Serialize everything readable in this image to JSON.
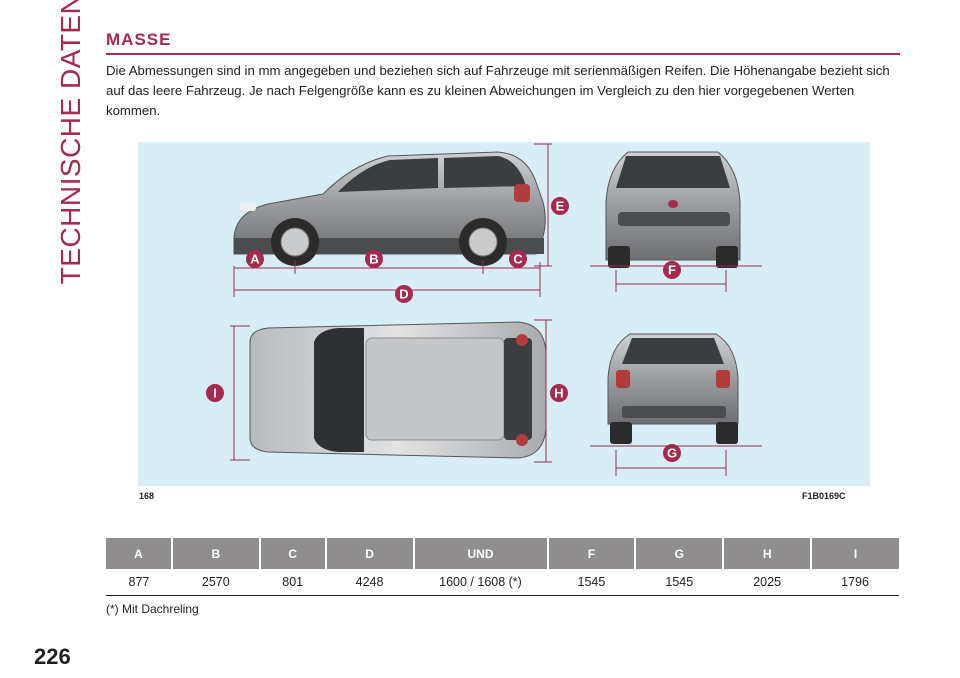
{
  "section_tab": "TECHNISCHE DATEN",
  "heading": "MASSE",
  "intro": "Die Abmessungen sind in mm angegeben und beziehen sich auf Fahrzeuge mit serienmäßigen Reifen. Die Höhenangabe bezieht sich auf das leere Fahrzeug. Je nach Felgengröße kann es zu kleinen Abweichungen im Vergleich zu den hier vorgegebenen Werten kommen.",
  "figure": {
    "number": "168",
    "code": "F1B0169C",
    "labels": {
      "a": "A",
      "b": "B",
      "c": "C",
      "d": "D",
      "e": "E",
      "f": "F",
      "g": "G",
      "h": "H",
      "i": "I"
    },
    "label_color": "#a52a4e",
    "background_color": "#d7eef6"
  },
  "table": {
    "headers": [
      "A",
      "B",
      "C",
      "D",
      "UND",
      "F",
      "G",
      "H",
      "I"
    ],
    "values": [
      "877",
      "2570",
      "801",
      "4248",
      "1600 / 1608 (*)",
      "1545",
      "1545",
      "2025",
      "1796"
    ]
  },
  "footnote": "(*) Mit Dachreling",
  "page_number": "226"
}
